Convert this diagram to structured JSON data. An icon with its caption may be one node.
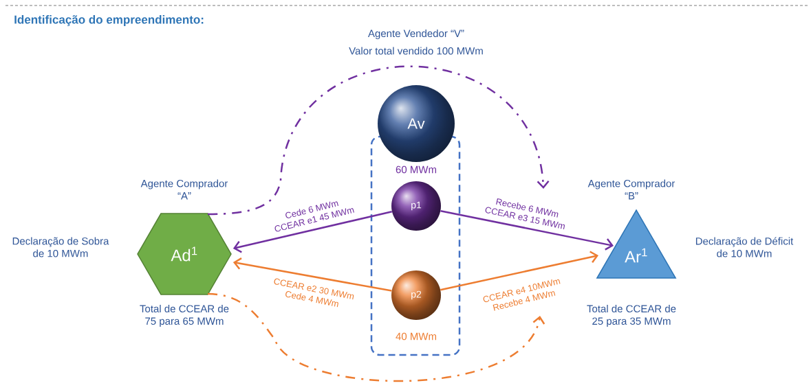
{
  "diagram": {
    "title": "Identificação do empreendimento:",
    "nodes": [
      {
        "text": [
          "Av"
        ],
        "beside": [
          "Agente Vendedor “V”",
          "Valor total vendido 100 MWm"
        ]
      },
      {
        "text": [],
        "shape": "box"
      },
      {
        "text": [
          "p1"
        ],
        "in": 1,
        "beside": [
          "60 MWm"
        ]
      },
      {
        "text": [
          "p2"
        ],
        "in": 1,
        "beside": [
          "40 MWm"
        ]
      },
      {
        "text": [
          "Ad$^{1}$"
        ],
        "beside": [
          "Agente Comprador “A”",
          "Declaração de Sobra de 10 MWm",
          "Total de CCEAR de 75 para 65 MWm"
        ]
      },
      {
        "text": [
          "Ar$^{1}$"
        ],
        "beside": [
          "Agente Comprador “B”",
          "Declaração de Déficit de 10 MWm",
          "Total de CCEAR de 25 para 35 MWm"
        ]
      }
    ],
    "edges": [
      {
        "from": 2,
        "to": 4,
        "arrow": "to",
        "label": "Cede 6 MWm CCEAR e1 45 MWm",
        "color": "#7030a0"
      },
      {
        "from": 2,
        "to": 5,
        "arrow": "to",
        "label": "Recebe 6 MWm CCEAR e3 15 MWm",
        "color": "#7030a0"
      },
      {
        "from": 3,
        "to": 4,
        "arrow": "to",
        "label": "CCEAR e2 30 MWm Cede 4 MWm",
        "color": "#ed7d31"
      },
      {
        "from": 3,
        "to": 5,
        "arrow": "to",
        "label": "CCEAR e4 10MWm Recebe 4 MWm",
        "color": "#ed7d31"
      },
      {
        "from": 4,
        "to": null,
        "arrow": "to",
        "style": "dashed",
        "color": "#7030a0"
      },
      {
        "from": 4,
        "to": null,
        "arrow": "to",
        "style": "dashed",
        "color": "#ed7d31"
      }
    ]
  }
}
